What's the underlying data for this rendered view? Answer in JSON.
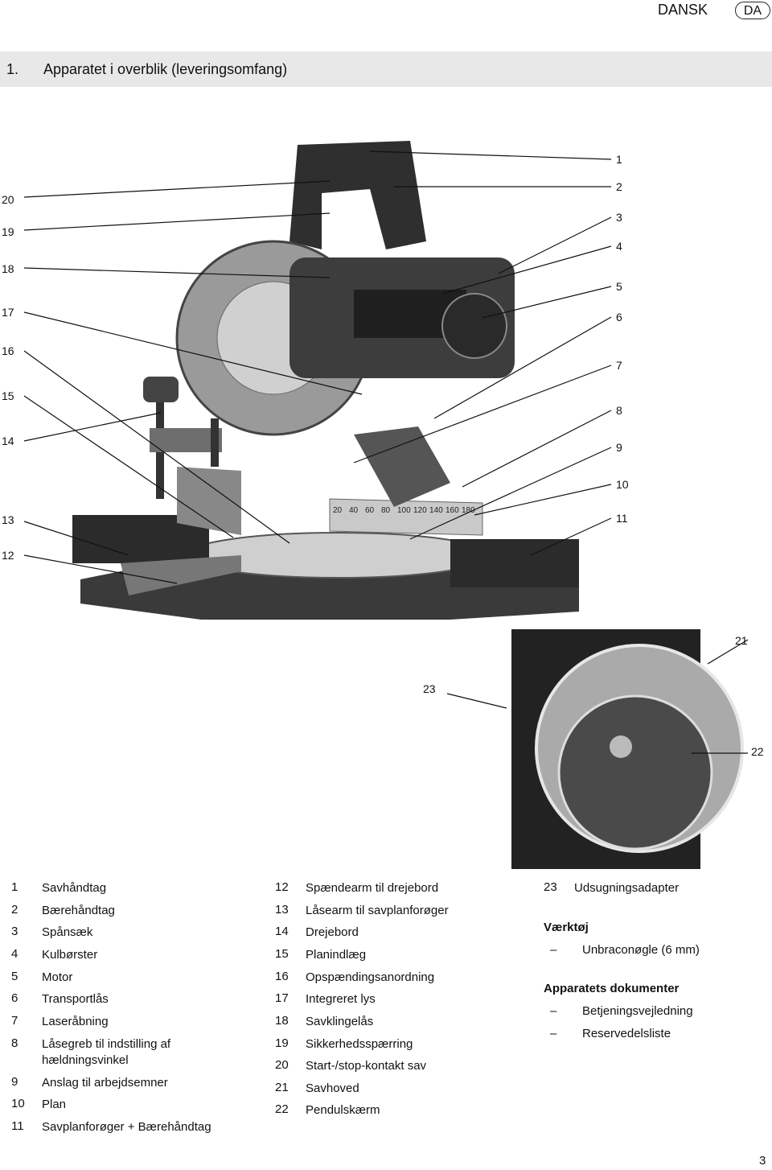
{
  "header": {
    "language": "DANSK",
    "code": "DA"
  },
  "section": {
    "number": "1.",
    "title": "Apparatet i overblik (leveringsomfang)"
  },
  "figure": {
    "scale_labels": [
      "20",
      "40",
      "60",
      "80",
      "100",
      "120",
      "140",
      "160",
      "180"
    ],
    "callouts_left": [
      "20",
      "19",
      "18",
      "17",
      "16",
      "15",
      "14",
      "13",
      "12"
    ],
    "callouts_right": [
      "1",
      "2",
      "3",
      "4",
      "5",
      "6",
      "7",
      "8",
      "9",
      "10",
      "11"
    ],
    "detail_callouts": [
      "21",
      "23",
      "22"
    ]
  },
  "legend_col1": [
    {
      "num": "1",
      "text": "Savhåndtag"
    },
    {
      "num": "2",
      "text": "Bærehåndtag"
    },
    {
      "num": "3",
      "text": "Spånsæk"
    },
    {
      "num": "4",
      "text": "Kulbørster"
    },
    {
      "num": "5",
      "text": "Motor"
    },
    {
      "num": "6",
      "text": "Transportlås"
    },
    {
      "num": "7",
      "text": "Laseråbning"
    },
    {
      "num": "8",
      "text": "Låsegreb til indstilling af hældningsvinkel"
    },
    {
      "num": "9",
      "text": "Anslag til arbejdsemner"
    },
    {
      "num": "10",
      "text": "Plan"
    },
    {
      "num": "11",
      "text": "Savplanforøger + Bærehåndtag"
    }
  ],
  "legend_col2": [
    {
      "num": "12",
      "text": "Spændearm til drejebord"
    },
    {
      "num": "13",
      "text": "Låsearm til savplanforøger"
    },
    {
      "num": "14",
      "text": "Drejebord"
    },
    {
      "num": "15",
      "text": "Planindlæg"
    },
    {
      "num": "16",
      "text": "Opspændingsanordning"
    },
    {
      "num": "17",
      "text": "Integreret lys"
    },
    {
      "num": "18",
      "text": "Savklingelås"
    },
    {
      "num": "19",
      "text": "Sikkerhedsspærring"
    },
    {
      "num": "20",
      "text": "Start-/stop-kontakt sav"
    },
    {
      "num": "21",
      "text": "Savhoved"
    },
    {
      "num": "22",
      "text": "Pendulskærm"
    }
  ],
  "legend_col3": {
    "item": {
      "num": "23",
      "text": "Udsugningsadapter"
    },
    "tools_heading": "Værktøj",
    "tools": [
      "Unbraconøgle (6 mm)"
    ],
    "docs_heading": "Apparatets dokumenter",
    "docs": [
      "Betjeningsvejledning",
      "Reservedelsliste"
    ],
    "dash": "–"
  },
  "footer": {
    "page": "3"
  }
}
